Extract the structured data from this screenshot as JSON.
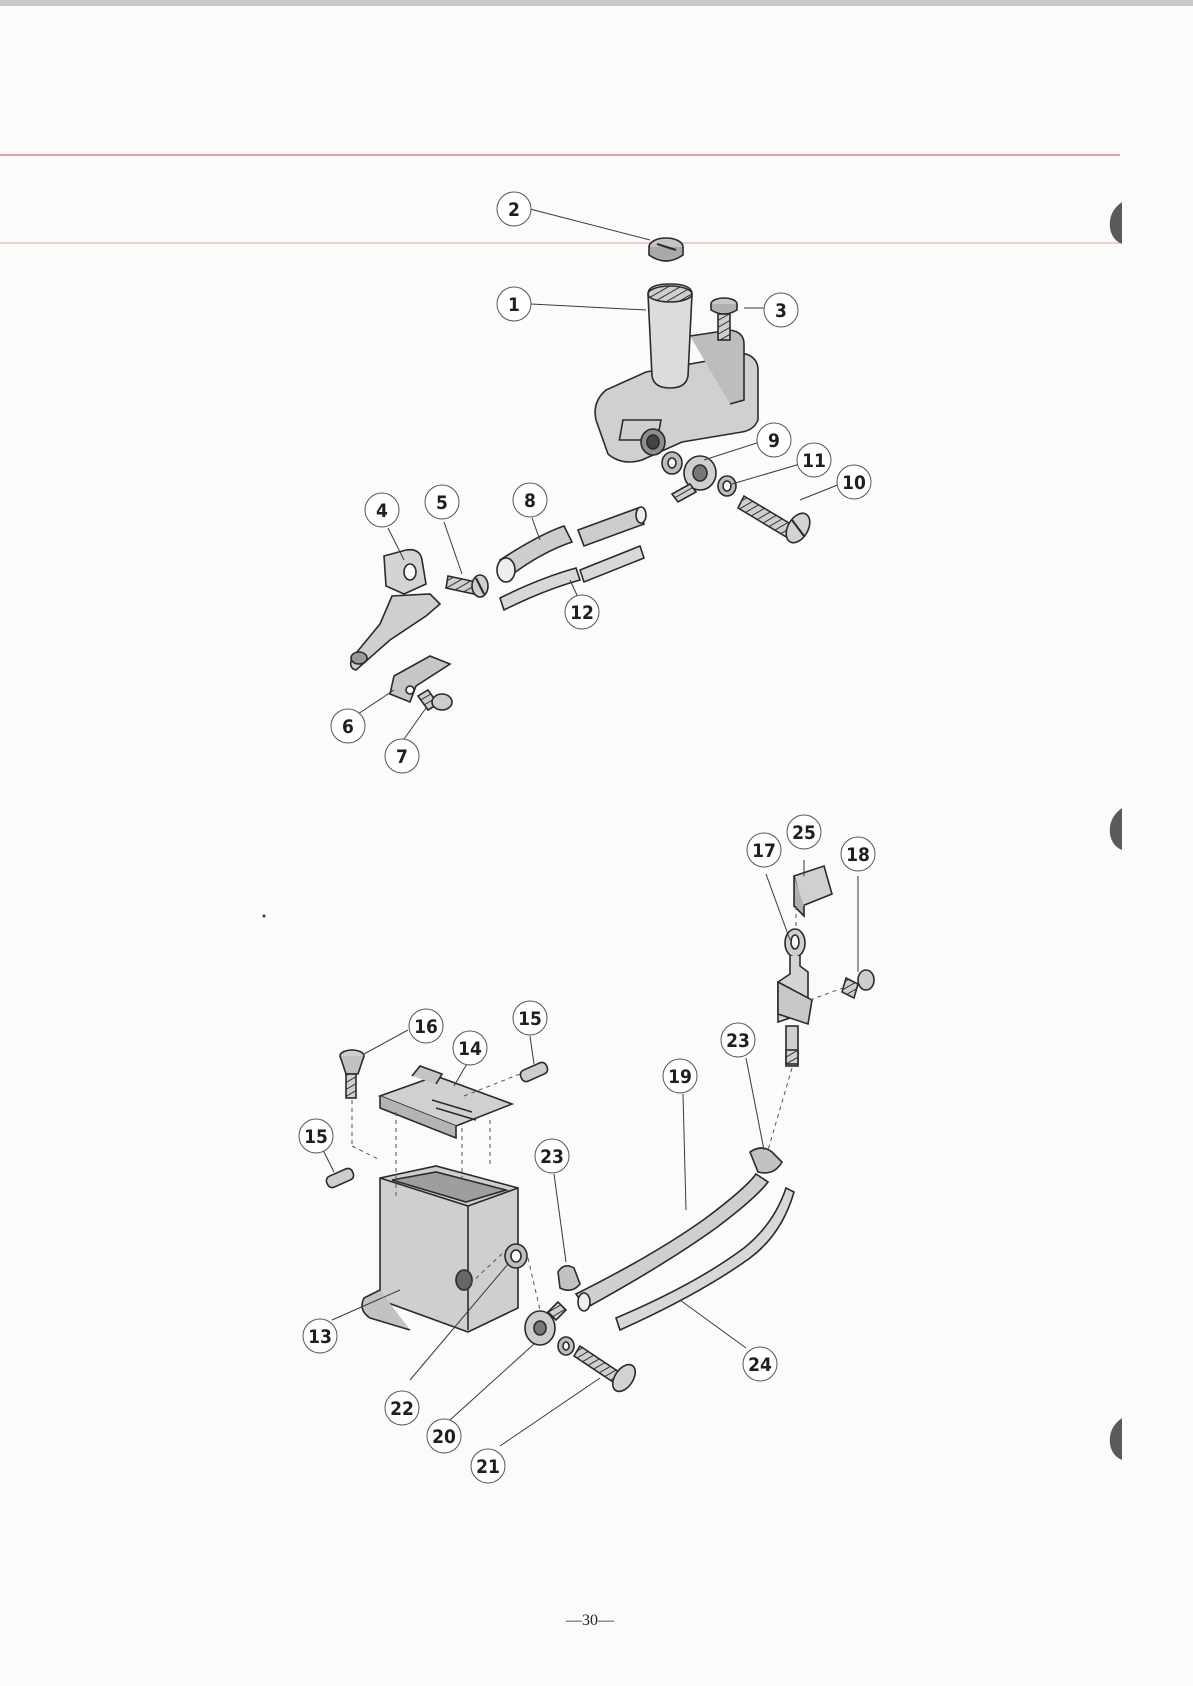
{
  "colors": {
    "paper": "#fbfbfa",
    "red_rule": "#e06a7e",
    "ink": "#2a2a2a",
    "part_fill": "#d2d2d2",
    "part_shade": "#a8a8a8",
    "tab_mark": "#5a5a5a"
  },
  "callouts": {
    "c1": "1",
    "c2": "2",
    "c3": "3",
    "c4": "4",
    "c5": "5",
    "c6": "6",
    "c7": "7",
    "c8": "8",
    "c9": "9",
    "c10": "10",
    "c11": "11",
    "c12": "12",
    "c13": "13",
    "c14": "14",
    "c15a": "15",
    "c15b": "15",
    "c16": "16",
    "c17": "17",
    "c18": "18",
    "c19": "19",
    "c20": "20",
    "c21": "21",
    "c22": "22",
    "c23a": "23",
    "c23b": "23",
    "c24": "24",
    "c25": "25"
  },
  "page_number": "—30—"
}
